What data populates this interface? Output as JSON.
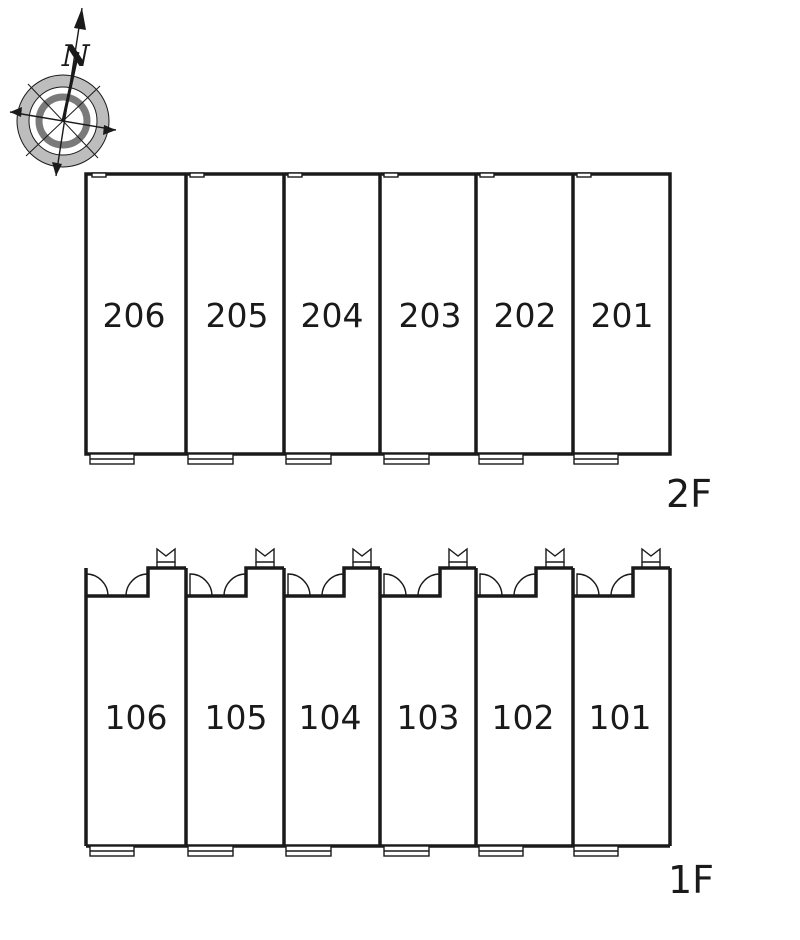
{
  "compass": {
    "north_label": "N",
    "icon": "compass-rose-icon"
  },
  "floors": [
    {
      "id": "2F",
      "label": "2F",
      "units": [
        "206",
        "205",
        "204",
        "203",
        "202",
        "201"
      ]
    },
    {
      "id": "1F",
      "label": "1F",
      "units": [
        "106",
        "105",
        "104",
        "103",
        "102",
        "101"
      ]
    }
  ]
}
